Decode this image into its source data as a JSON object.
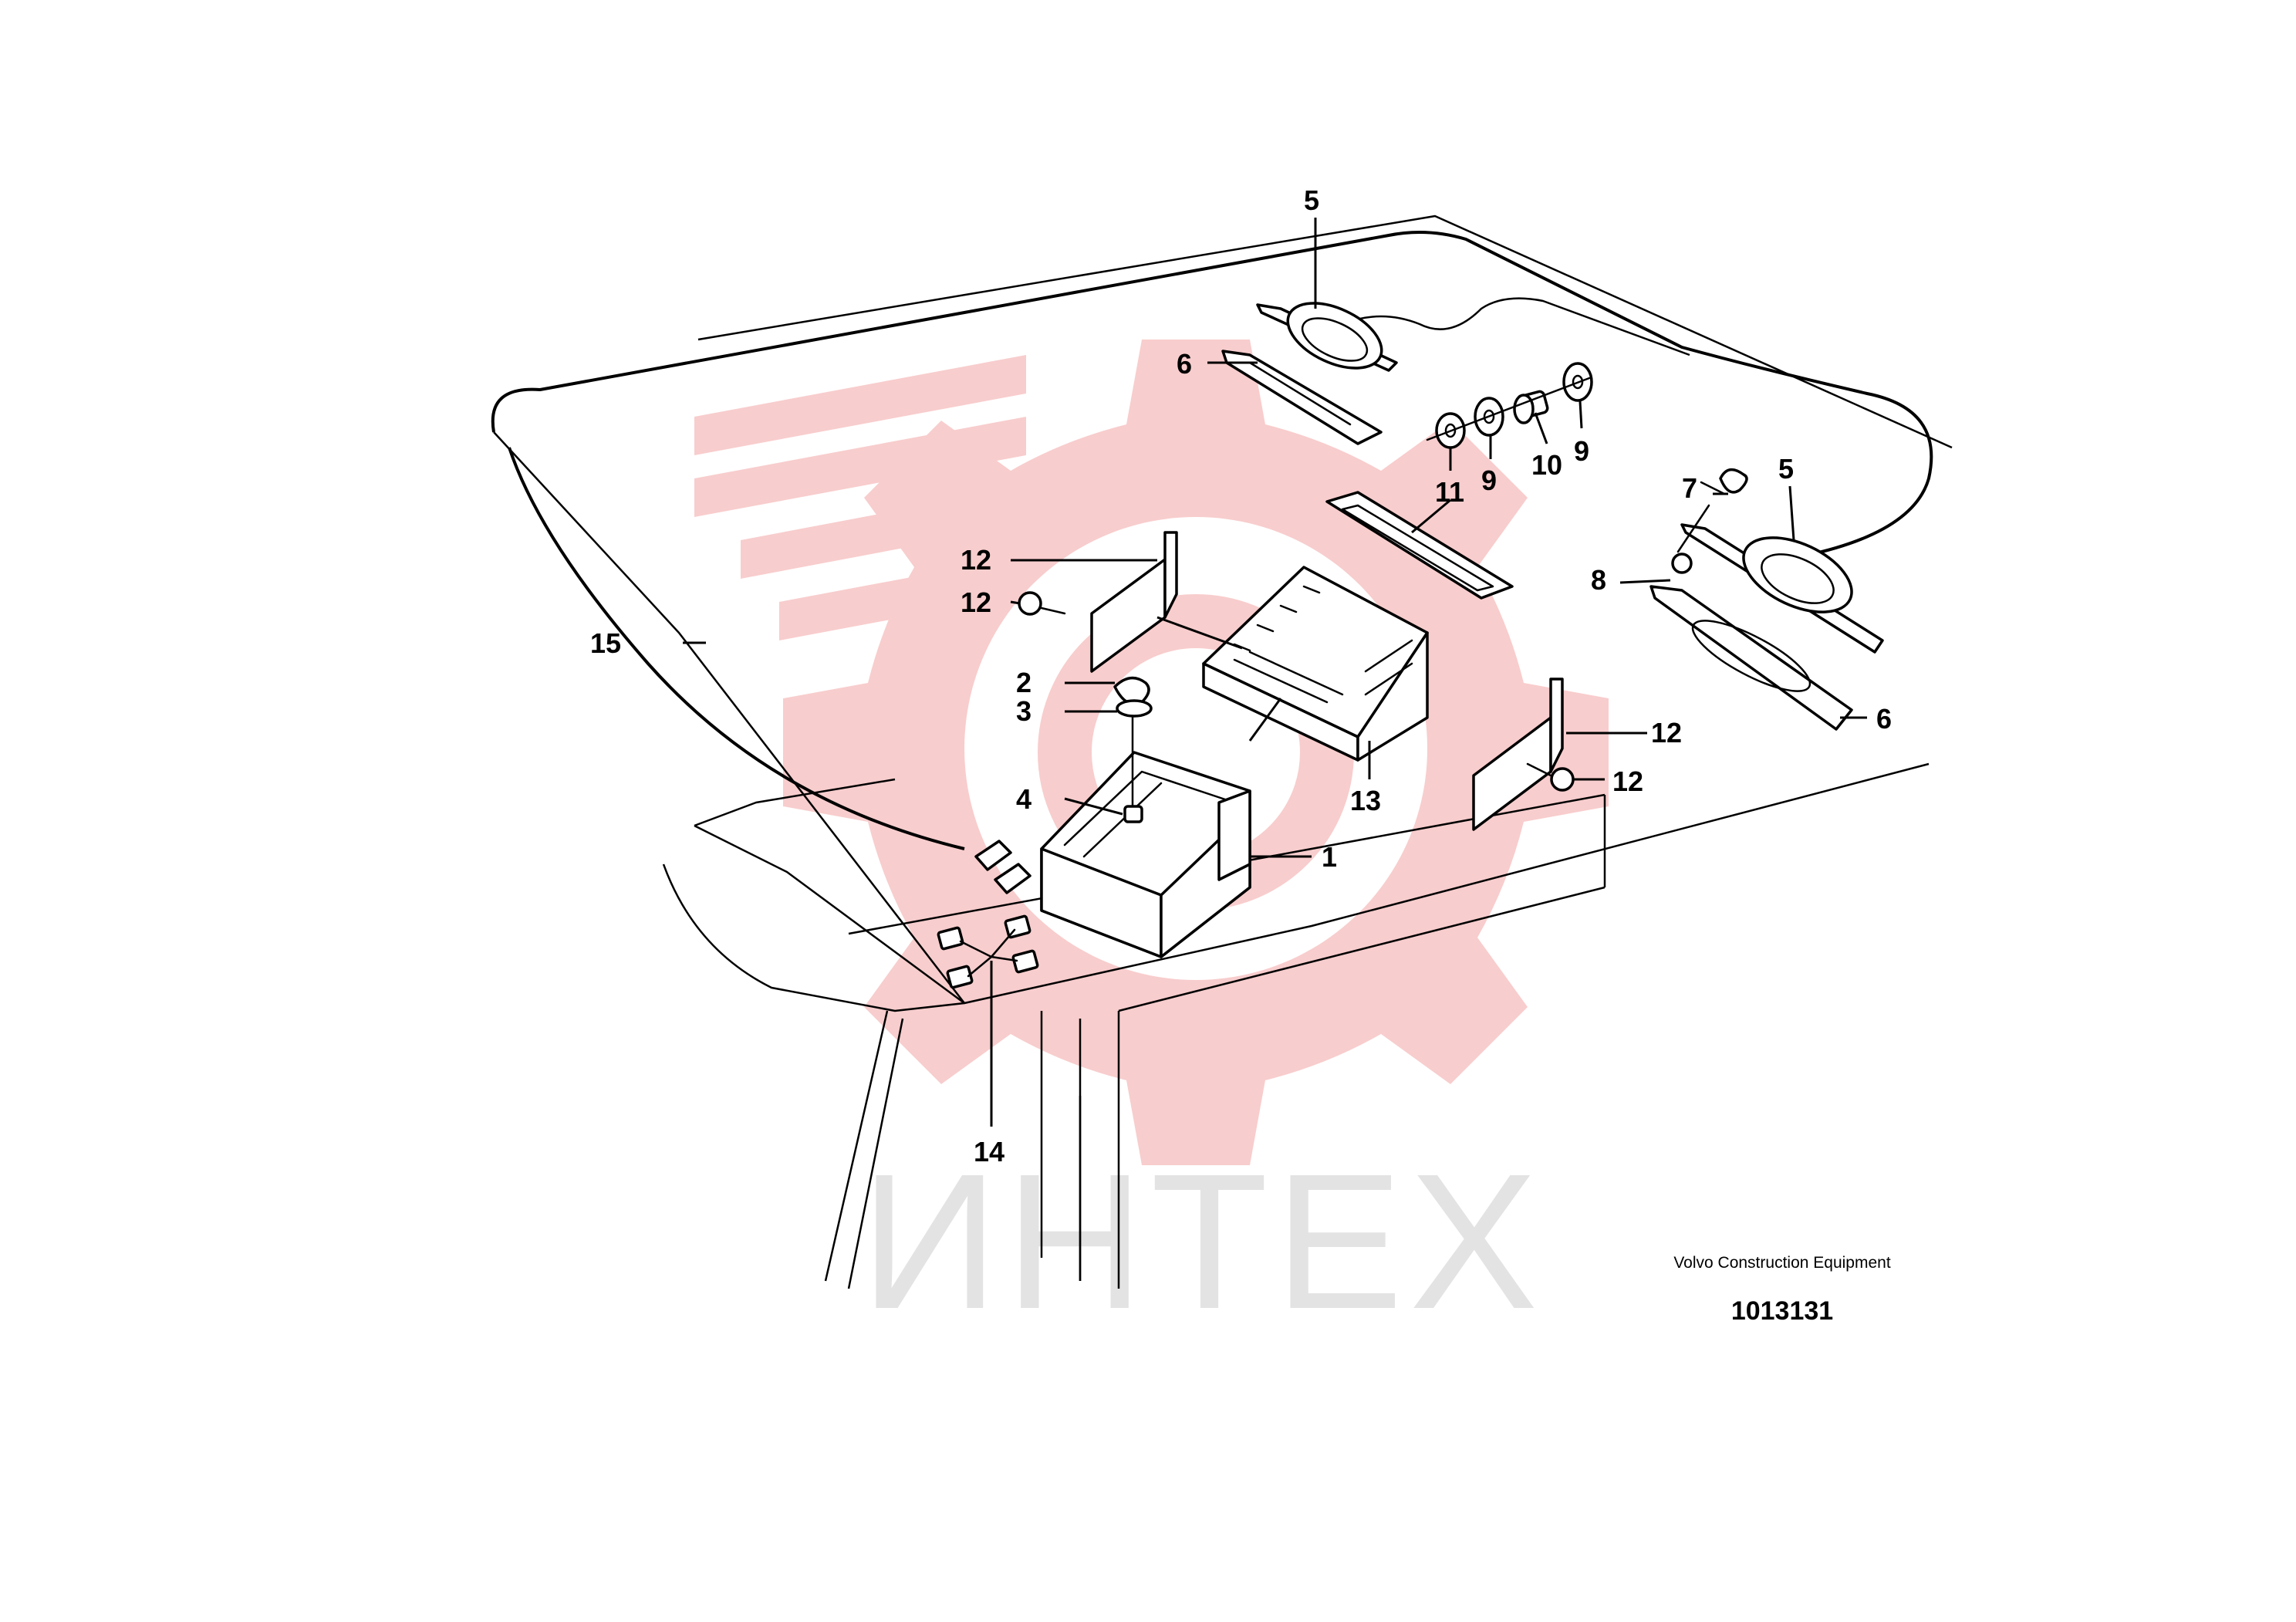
{
  "watermark": {
    "text": "ИНТЕХ",
    "logo": "gear-logo-watermark",
    "color": "#f4a6a6"
  },
  "callouts": {
    "c1": "1",
    "c2": "2",
    "c3": "3",
    "c4": "4",
    "c5a": "5",
    "c5b": "5",
    "c6a": "6",
    "c6b": "6",
    "c7": "7",
    "c8": "8",
    "c9a": "9",
    "c9b": "9",
    "c10": "10",
    "c11": "11",
    "c12a": "12",
    "c12b": "12",
    "c12c": "12",
    "c12d": "12",
    "c13": "13",
    "c14": "14",
    "c15": "15"
  },
  "title_block": {
    "company": "Volvo Construction Equipment",
    "drawing_number": "1013131"
  }
}
